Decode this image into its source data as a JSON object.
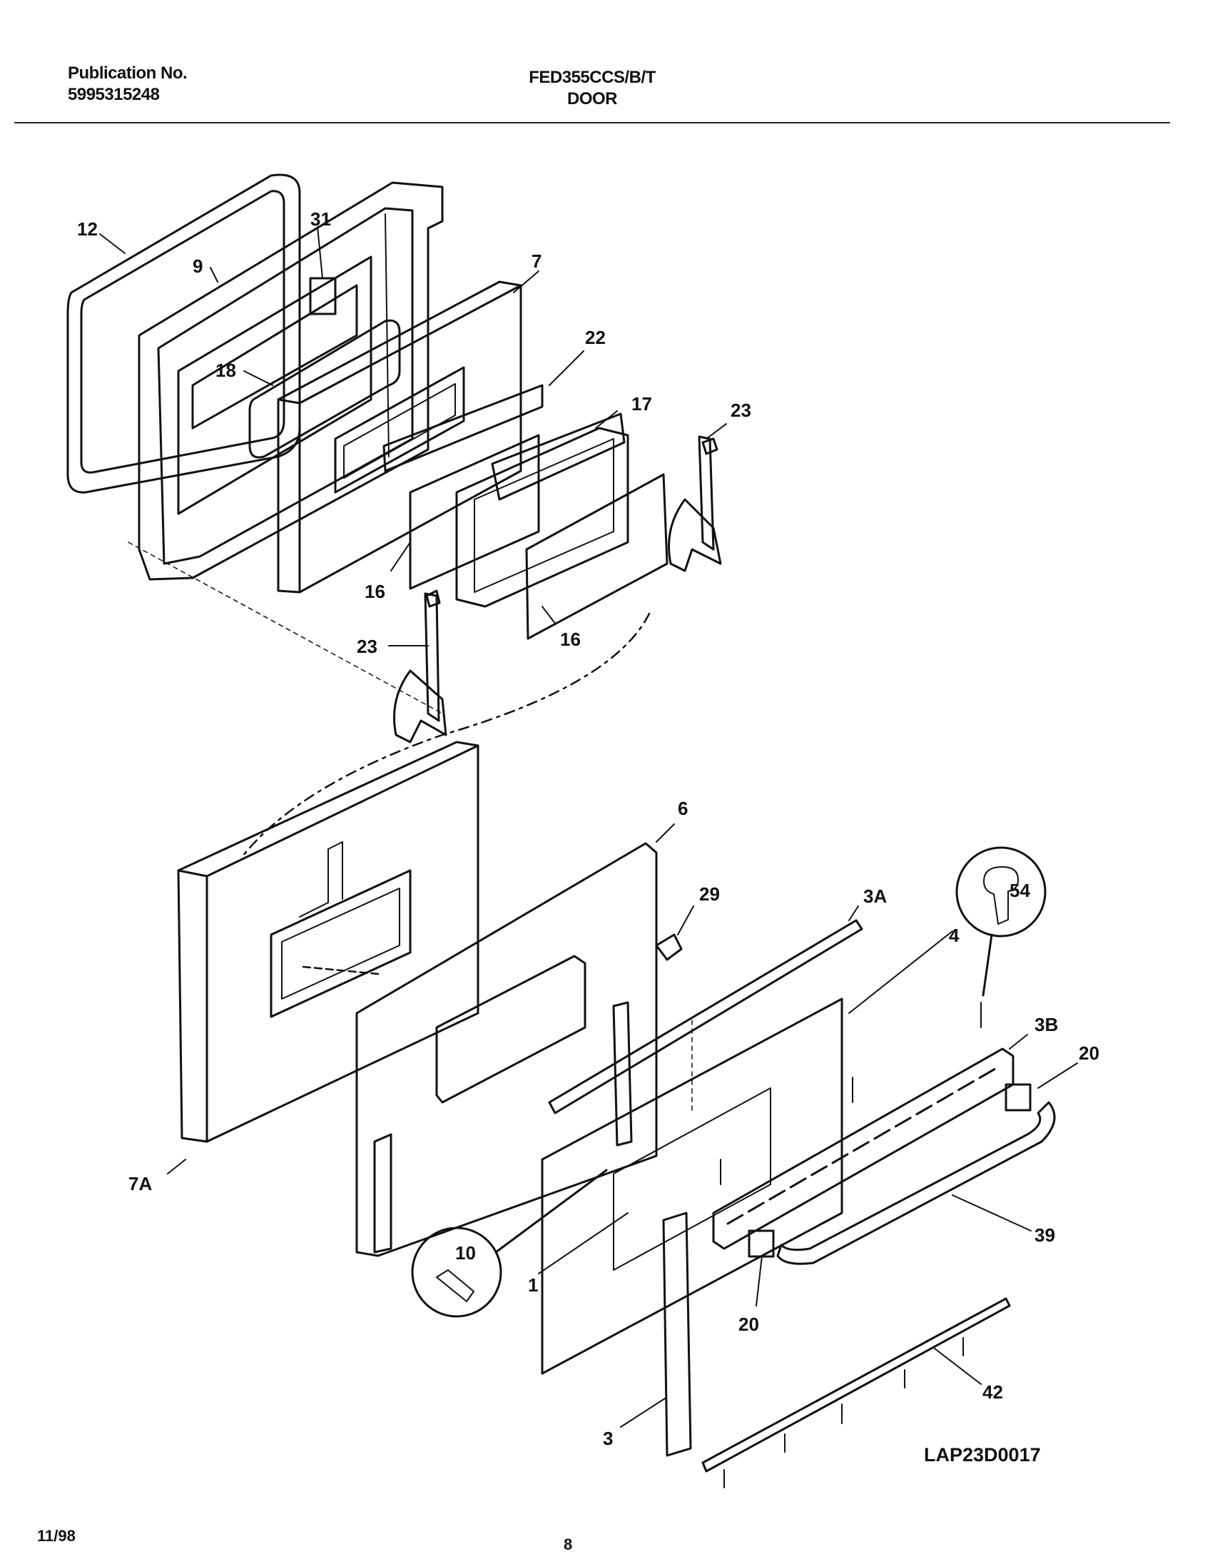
{
  "header": {
    "publication_label": "Publication No.",
    "publication_number": "5995315248",
    "model": "FED355CCS/B/T",
    "section": "DOOR"
  },
  "diagram_code": "LAP23D0017",
  "footer": {
    "date": "11/98",
    "page": "8"
  },
  "part_labels": [
    "12",
    "31",
    "7",
    "9",
    "22",
    "18",
    "17",
    "23",
    "16",
    "16",
    "23",
    "6",
    "29",
    "3A",
    "54",
    "4",
    "3B",
    "20",
    "10",
    "1",
    "39",
    "7A",
    "20",
    "42",
    "3"
  ],
  "colors": {
    "line": "#111111",
    "speckle_fill": "#ffffff"
  }
}
